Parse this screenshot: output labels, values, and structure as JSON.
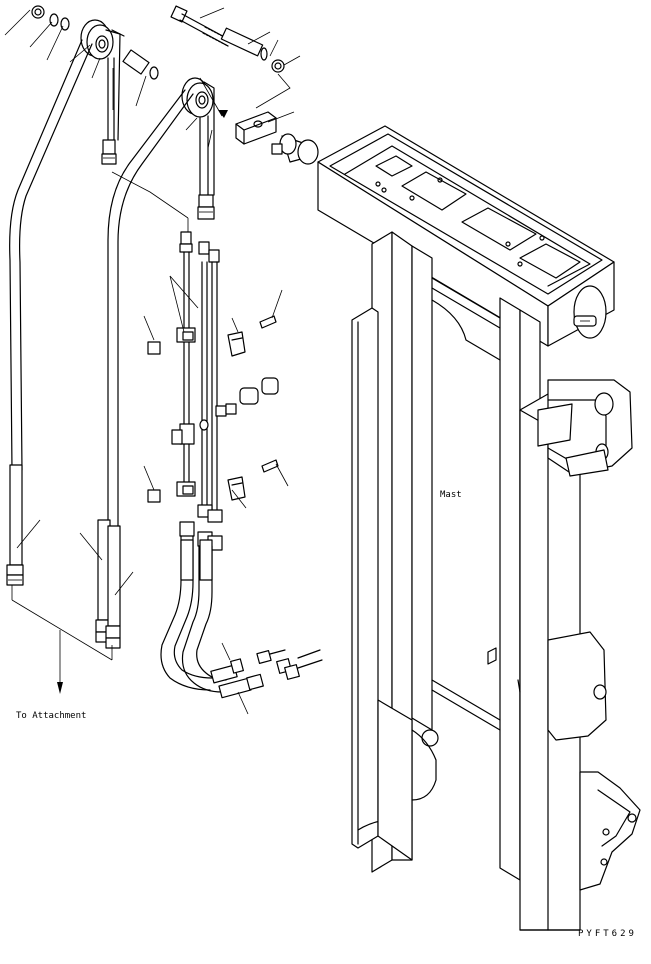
{
  "labels": {
    "mast": "Mast",
    "to_attachment": "To Attachment",
    "drawing_code": "PYFT629"
  }
}
